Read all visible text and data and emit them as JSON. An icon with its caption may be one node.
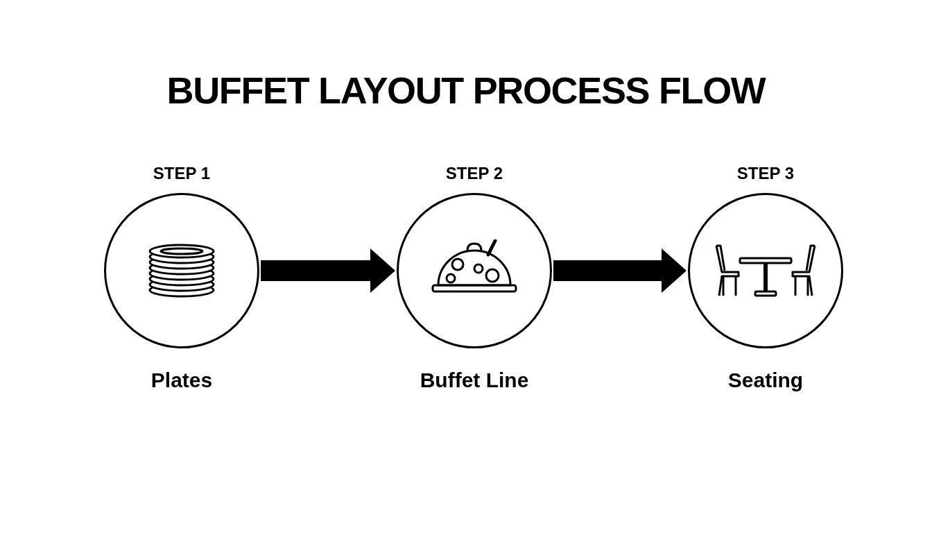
{
  "diagram": {
    "title": "BUFFET LAYOUT PROCESS FLOW",
    "nodes": [
      {
        "text": [
          "STEP 1",
          "Plates"
        ]
      },
      {
        "text": [
          "STEP 2",
          "Buffet Line"
        ]
      },
      {
        "text": [
          "STEP 3",
          "Seating"
        ]
      }
    ],
    "edges": [
      {
        "from": 0,
        "to": 1,
        "arrow": "to"
      },
      {
        "from": 1,
        "to": 2,
        "arrow": "to"
      }
    ]
  }
}
